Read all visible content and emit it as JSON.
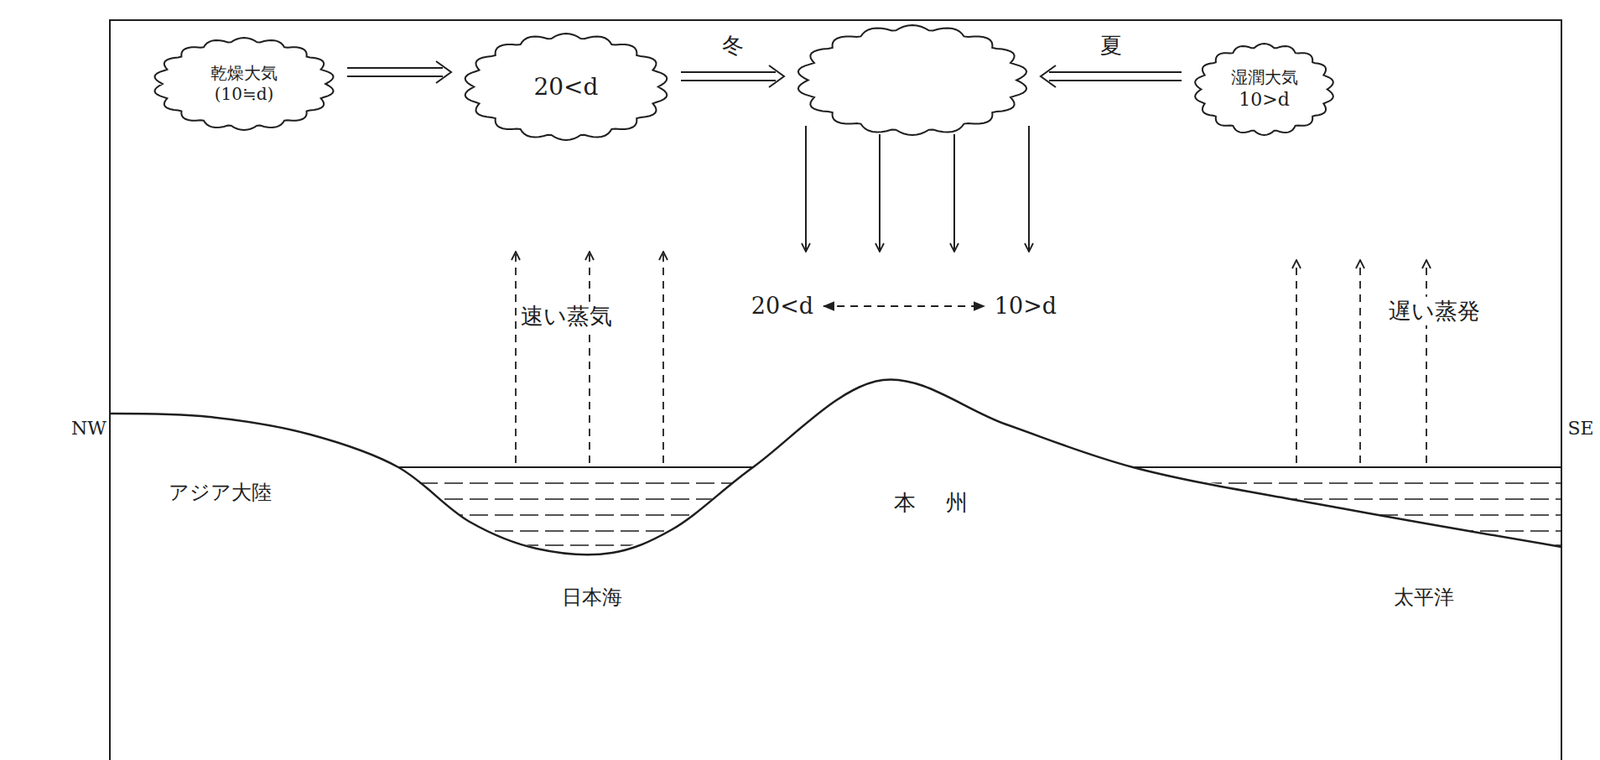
{
  "diagram": {
    "nodes": [
      {
        "text": [
          "乾燥大気",
          "(10≒d)"
        ]
      },
      {
        "text": [
          "20<d"
        ]
      },
      {
        "text": []
      },
      {
        "text": [
          "湿潤大気",
          "10>d"
        ]
      }
    ],
    "edges": [
      {
        "from": 0,
        "to": 1,
        "arrow": "to"
      },
      {
        "from": 1,
        "to": 2,
        "label": "冬",
        "arrow": "to"
      },
      {
        "from": 3,
        "to": 2,
        "label": "夏",
        "arrow": "to"
      }
    ],
    "labels": [
      "速い蒸気",
      "20<d",
      "10>d",
      "遅い蒸発",
      "NW",
      "アジア大陸",
      "日本海",
      "本州",
      "太平洋",
      "SE"
    ]
  }
}
